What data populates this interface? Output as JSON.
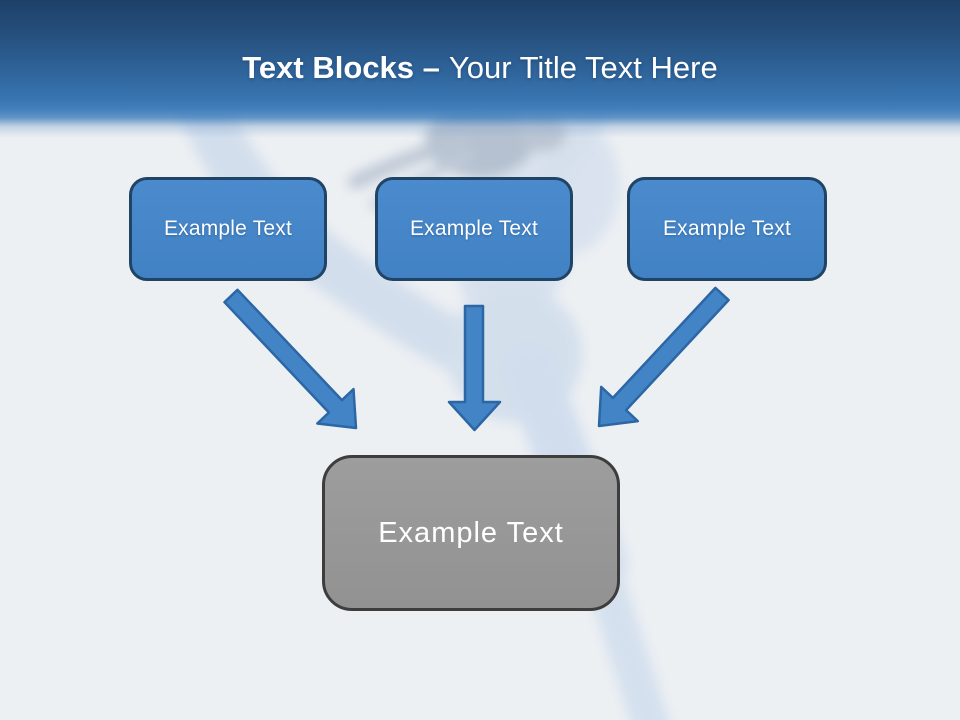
{
  "slide_title": {
    "bold_segment": "Text Blocks –",
    "light_segment": "Your Title Text Here"
  },
  "diagram": {
    "source_blocks": [
      {
        "label": "Example Text"
      },
      {
        "label": "Example Text"
      },
      {
        "label": "Example Text"
      }
    ],
    "target_block": {
      "label": "Example Text"
    },
    "connections": [
      {
        "from": "source-block-1",
        "to": "target-block",
        "direction": "down-right"
      },
      {
        "from": "source-block-2",
        "to": "target-block",
        "direction": "down"
      },
      {
        "from": "source-block-3",
        "to": "target-block",
        "direction": "down-left"
      }
    ]
  },
  "background": {
    "watermark": "faint dancer figure"
  },
  "colors": {
    "header_top": "#1d4069",
    "header_mid": "#2f649b",
    "header_bottom": "#4180bc",
    "slide_background": "#edf0f3",
    "block_fill": "#4485c7",
    "block_border": "#1f4466",
    "block_text": "#ffffff",
    "arrow_fill": "#4384c6",
    "arrow_border": "#2b66a5",
    "target_fill": "#979797",
    "target_border": "#3d3d3d",
    "target_text": "#ffffff",
    "title_text": "#ffffff"
  }
}
